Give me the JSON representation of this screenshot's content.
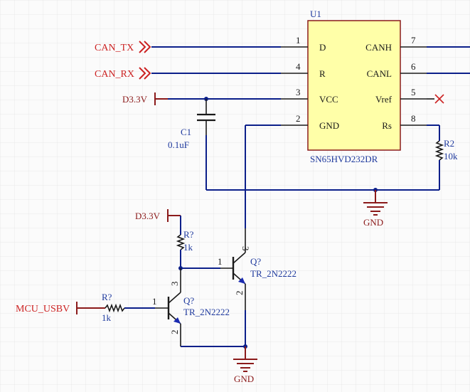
{
  "components": {
    "u1": {
      "designator": "U1",
      "part": "SN65HVD232DR",
      "pins": [
        {
          "num": "1",
          "name": "D"
        },
        {
          "num": "4",
          "name": "R"
        },
        {
          "num": "3",
          "name": "VCC"
        },
        {
          "num": "2",
          "name": "GND"
        },
        {
          "num": "7",
          "name": "CANH"
        },
        {
          "num": "6",
          "name": "CANL"
        },
        {
          "num": "5",
          "name": "Vref"
        },
        {
          "num": "8",
          "name": "Rs"
        }
      ]
    },
    "c1": {
      "designator": "C1",
      "value": "0.1uF"
    },
    "r2": {
      "designator": "R2",
      "value": "10k"
    },
    "r_pullup": {
      "designator": "R?",
      "value": "1k"
    },
    "r_base": {
      "designator": "R?",
      "value": "1k"
    },
    "q_upper": {
      "designator": "Q?",
      "part": "TR_2N2222",
      "pins": {
        "base": "1",
        "collector": "3",
        "emitter": "2"
      }
    },
    "q_lower": {
      "designator": "Q?",
      "part": "TR_2N2222",
      "pins": {
        "base": "1",
        "collector": "3",
        "emitter": "2"
      }
    }
  },
  "ports": {
    "can_tx": "CAN_TX",
    "can_rx": "CAN_RX",
    "mcu_usbv": "MCU_USBV"
  },
  "power": {
    "d33v_top": "D3.3V",
    "d33v_mid": "D3.3V",
    "gnd_right": "GND",
    "gnd_bottom": "GND"
  },
  "colors": {
    "wire": "#0b1f8a",
    "port": "#cc2222",
    "power": "#8b1a1a",
    "component_fill": "#ffffa8",
    "designator": "#1f3a9e"
  }
}
